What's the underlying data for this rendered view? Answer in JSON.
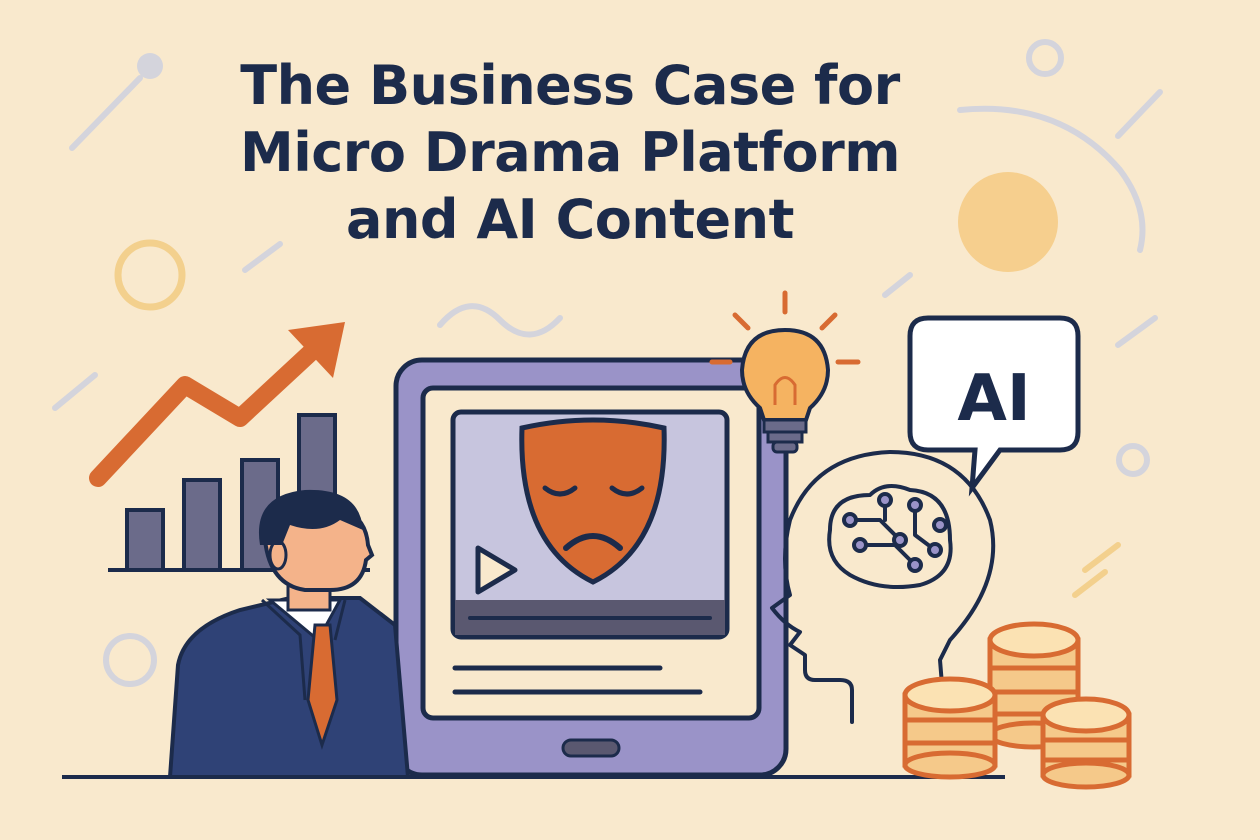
{
  "title": {
    "line1": "The Business Case for",
    "line2": "Micro Drama Platform",
    "line3": "and AI Content"
  },
  "speech_bubble": {
    "label": "AI"
  },
  "colors": {
    "background": "#f9e9cd",
    "navy": "#1c2b4b",
    "orange": "#d86b32",
    "lavender": "#9a93c8",
    "coin": "#f5c98a",
    "bulb": "#f5b361"
  },
  "icons": [
    "trend-arrow-icon",
    "bar-chart-icon",
    "businessman-icon",
    "tablet-icon",
    "theater-mask-icon",
    "play-icon",
    "lightbulb-icon",
    "ai-speech-bubble-icon",
    "ai-head-brain-icon",
    "coin-stack-icon"
  ]
}
